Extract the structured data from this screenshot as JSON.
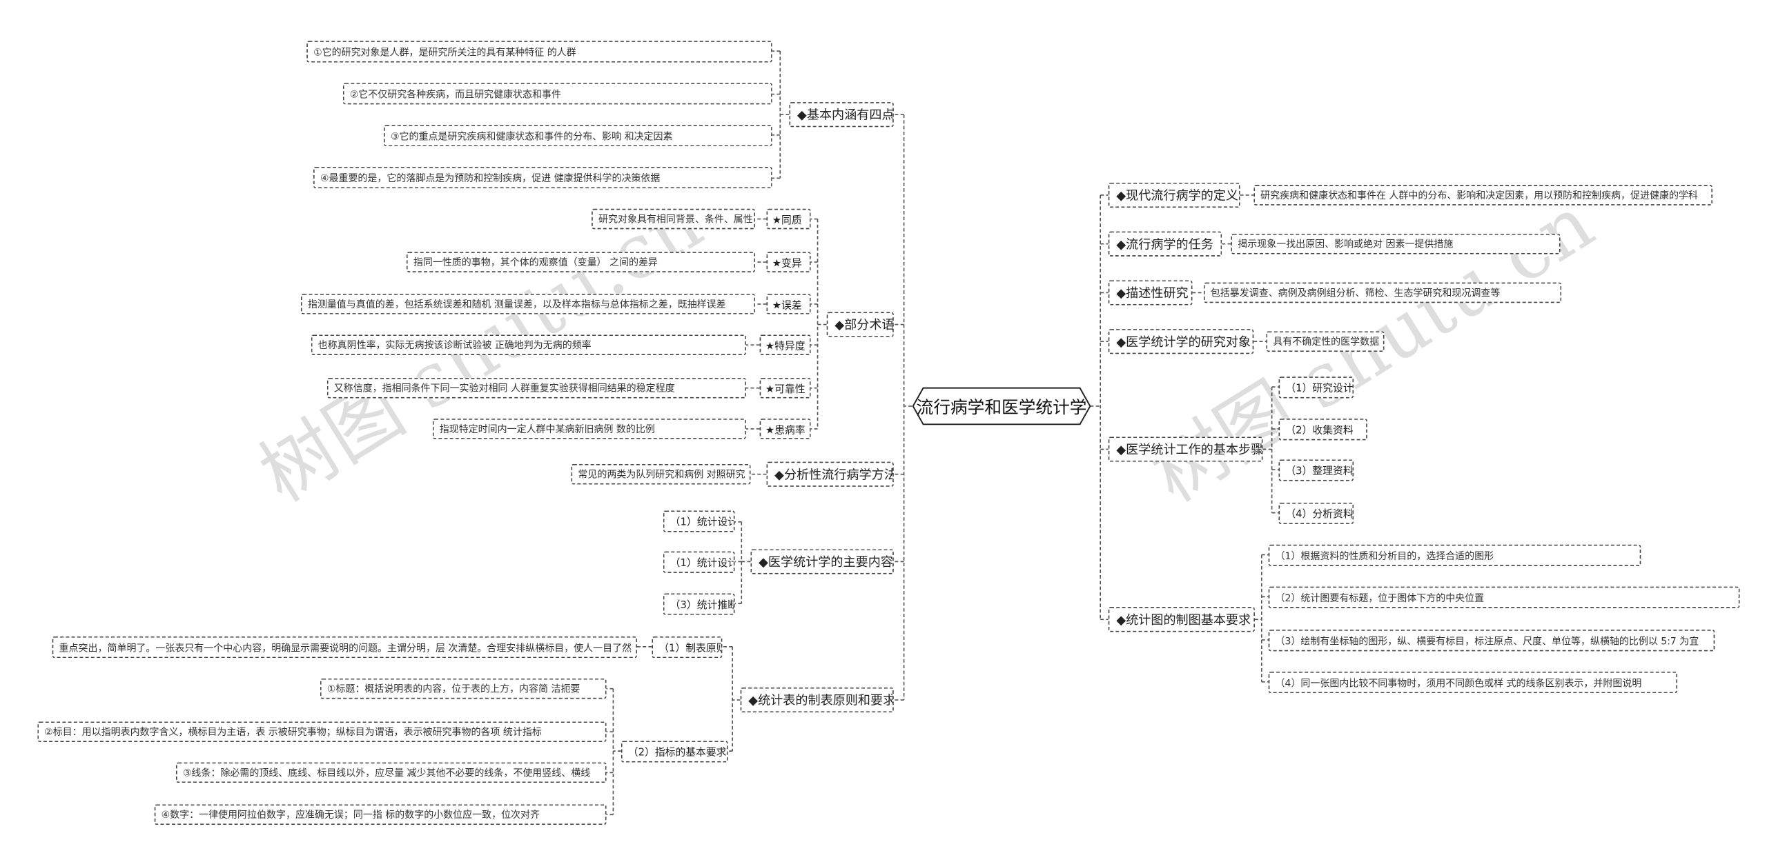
{
  "root": "流行病学和医学统计学",
  "watermark": "树图 shutu.cn",
  "left": {
    "four_points": {
      "label": "◆基本内涵有四点",
      "items": [
        "①它的研究对象是人群，是研究所关注的具有某种特征 的人群",
        "②它不仅研究各种疾病，而且研究健康状态和事件",
        "③它的重点是研究疾病和健康状态和事件的分布、影响 和决定因素",
        "④最重要的是，它的落脚点是为预防和控制疾病，促进 健康提供科学的决策依据"
      ]
    },
    "terms": {
      "label": "◆部分术语",
      "items": [
        {
          "term": "★同质",
          "desc": "研究对象具有相同背景、条件、属性"
        },
        {
          "term": "★变异",
          "desc": "指同一性质的事物，其个体的观察值（变量） 之间的差异"
        },
        {
          "term": "★误差",
          "desc": "指测量值与真值的差，包括系统误差和随机 测量误差，以及样本指标与总体指标之差，既抽样误差"
        },
        {
          "term": "★特异度",
          "desc": "也称真阴性率，实际无病按该诊断试验被 正确地判为无病的频率"
        },
        {
          "term": "★可靠性",
          "desc": "又称信度，指相同条件下同一实验对相同 人群重复实验获得相同结果的稳定程度"
        },
        {
          "term": "★患病率",
          "desc": "指现特定时间内一定人群中某病新旧病例 数的比例"
        }
      ]
    },
    "analytic": {
      "label": "◆分析性流行病学方法",
      "desc": "常见的两类为队列研究和病例 对照研究"
    },
    "stat_content": {
      "label": "◆医学统计学的主要内容",
      "items": [
        "（1）统计设计",
        "（1）统计设计",
        "（3）统计推断"
      ]
    },
    "table_rules": {
      "label": "◆统计表的制表原则和要求",
      "principle": {
        "label": "（1）制表原则",
        "desc": "重点突出，简单明了。一张表只有一个中心内容，明确显示需要说明的问题。主谓分明，层 次清楚。合理安排纵横标目，使人一目了然"
      },
      "requirements": {
        "label": "（2）指标的基本要求",
        "items": [
          "①标题：概括说明表的内容，位于表的上方，内容简 洁扼要",
          "②标目：用以指明表内数字含义，横标目为主语，表 示被研究事物；纵标目为谓语，表示被研究事物的各项 统计指标",
          "③线条：除必需的顶线、底线、标目线以外，应尽量 减少其他不必要的线条，不使用竖线、横线",
          "④数字：一律使用阿拉伯数字，应准确无误；同一指 标的数字的小数位应一致，位次对齐"
        ]
      }
    }
  },
  "right": {
    "modern_def": {
      "label": "◆现代流行病学的定义",
      "desc": "研究疾病和健康状态和事件在 人群中的分布、影响和决定因素，用以预防和控制疾病，促进健康的学科"
    },
    "task": {
      "label": "◆流行病学的任务",
      "desc": "揭示现象一找出原因、影响或绝对 因素一提供措施"
    },
    "descriptive": {
      "label": "◆描述性研究",
      "desc": "包括暴发调查、病例及病例组分析、筛检、生态学研究和现况调查等"
    },
    "object": {
      "label": "◆医学统计学的研究对象",
      "desc": "具有不确定性的医学数据"
    },
    "steps": {
      "label": "◆医学统计工作的基本步骤",
      "items": [
        "（1）研究设计",
        "（2）收集资料",
        "（3）整理资料",
        "（4）分析资料"
      ]
    },
    "chart_req": {
      "label": "◆统计图的制图基本要求",
      "items": [
        "（1）根据资料的性质和分析目的，选择合适的图形",
        "（2）统计图要有标题，位于图体下方的中央位置",
        "（3）绘制有坐标轴的图形，纵、横要有标目，标注原点、尺度、单位等，纵横轴的比例以 5:7 为宜",
        "（4）同一张图内比较不同事物时，须用不同颜色或样 式的线条区别表示，并附图说明"
      ]
    }
  }
}
